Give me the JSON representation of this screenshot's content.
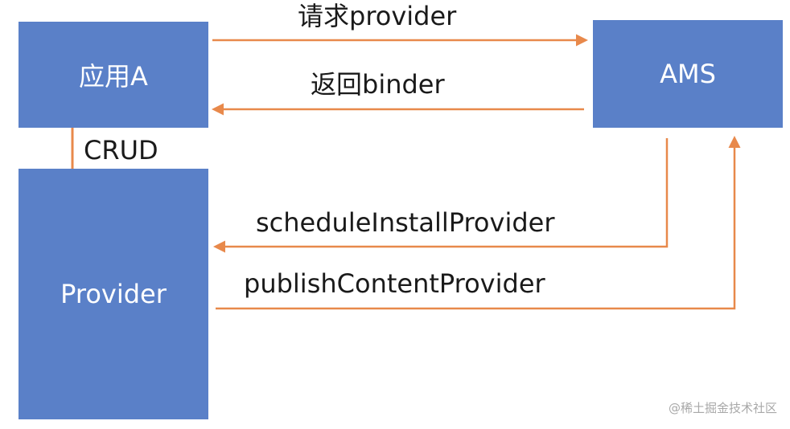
{
  "nodes": {
    "app": "应用A",
    "ams": "AMS",
    "provider": "Provider"
  },
  "edges": {
    "request_provider": "请求provider",
    "return_binder": "返回binder",
    "crud": "CRUD",
    "schedule_install_provider": "scheduleInstallProvider",
    "publish_content_provider": "publishContentProvider"
  },
  "watermark": "@稀土掘金技术社区",
  "colors": {
    "box_fill": "#5a80c8",
    "box_text": "#ffffff",
    "arrow": "#e8894b",
    "label_text": "#1a1a1a"
  }
}
